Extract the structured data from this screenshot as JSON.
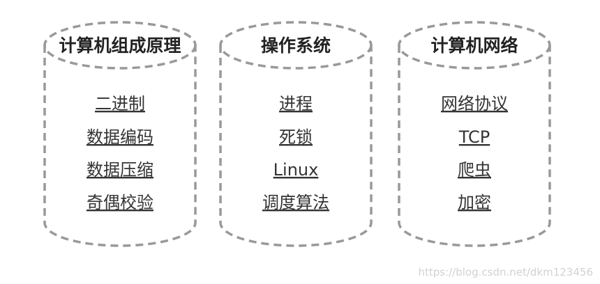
{
  "cylinders": [
    {
      "title": "计算机组成原理",
      "items": [
        "二进制",
        "数据编码",
        "数据压缩",
        "奇偶校验"
      ]
    },
    {
      "title": "操作系统",
      "items": [
        "进程",
        "死锁",
        "Linux",
        "调度算法"
      ]
    },
    {
      "title": "计算机网络",
      "items": [
        "网络协议",
        "TCP",
        "爬虫",
        "加密"
      ]
    }
  ],
  "watermark": "https://blog.csdn.net/dkm123456",
  "colors": {
    "outline": "#999999",
    "text": "#333333"
  }
}
